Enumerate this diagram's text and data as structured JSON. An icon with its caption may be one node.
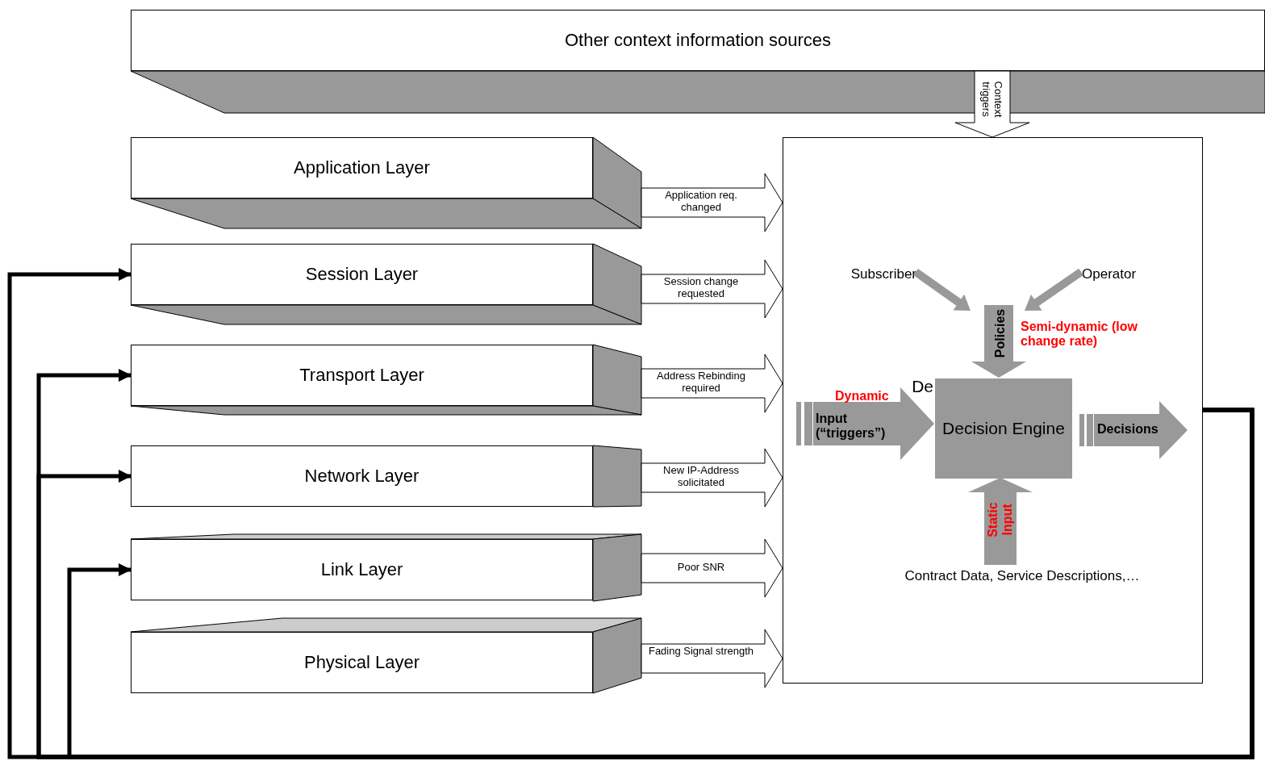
{
  "diagram": {
    "nodes": [
      {
        "text": [
          "Other context information sources"
        ]
      },
      {
        "text": [
          "Application Layer"
        ]
      },
      {
        "text": [
          "Session Layer"
        ]
      },
      {
        "text": [
          "Transport Layer"
        ]
      },
      {
        "text": [
          "Network Layer"
        ]
      },
      {
        "text": [
          "Link Layer"
        ]
      },
      {
        "text": [
          "Physical Layer"
        ]
      },
      {
        "text": [],
        "shape": "box"
      },
      {
        "text": [
          "Subscriber"
        ],
        "in": 7
      },
      {
        "text": [
          "Operator"
        ],
        "in": 7
      },
      {
        "text": [
          "Decision Engine"
        ],
        "in": 7,
        "beside": [
          "De"
        ]
      },
      {
        "text": [
          "Contract Data, Service Descriptions,…"
        ],
        "in": 7
      }
    ],
    "edges": [
      {
        "from": 1,
        "to": 7,
        "arrow": "to",
        "label": "Application req. changed"
      },
      {
        "from": 2,
        "to": 7,
        "arrow": "to",
        "label": "Session change requested"
      },
      {
        "from": 3,
        "to": 7,
        "arrow": "to",
        "label": "Address Rebinding required"
      },
      {
        "from": 4,
        "to": 7,
        "arrow": "to",
        "label": "New IP-Address solicitated"
      },
      {
        "from": 5,
        "to": 7,
        "arrow": "to",
        "label": "Poor SNR"
      },
      {
        "from": 6,
        "to": 7,
        "arrow": "to",
        "label": "Fading Signal strength"
      },
      {
        "from": 0,
        "to": 7,
        "arrow": "to",
        "label": "Context triggers"
      },
      {
        "from": 8,
        "to": null,
        "arrow": "to",
        "color": "#999999"
      },
      {
        "from": 9,
        "to": null,
        "arrow": "to",
        "color": "#999999"
      },
      {
        "from": null,
        "to": 10,
        "arrow": "to",
        "label": "Policies",
        "color": "#999999"
      },
      {
        "from": null,
        "to": 10,
        "arrow": "to",
        "label": "Input (“triggers”)",
        "color": "#999999"
      },
      {
        "from": 10,
        "to": null,
        "arrow": "to",
        "label": "Decisions",
        "color": "#999999"
      },
      {
        "from": 11,
        "to": 10,
        "arrow": "to",
        "label": "Static Input",
        "color": "#999999"
      },
      {
        "from": 7,
        "to": 2,
        "arrow": "to"
      },
      {
        "from": 7,
        "to": 3,
        "arrow": "to"
      },
      {
        "from": 7,
        "to": 4,
        "arrow": "to"
      },
      {
        "from": 7,
        "to": 5,
        "arrow": "to"
      }
    ],
    "labels": [
      "Dynamic",
      "Semi-dynamic (low change rate)"
    ]
  }
}
